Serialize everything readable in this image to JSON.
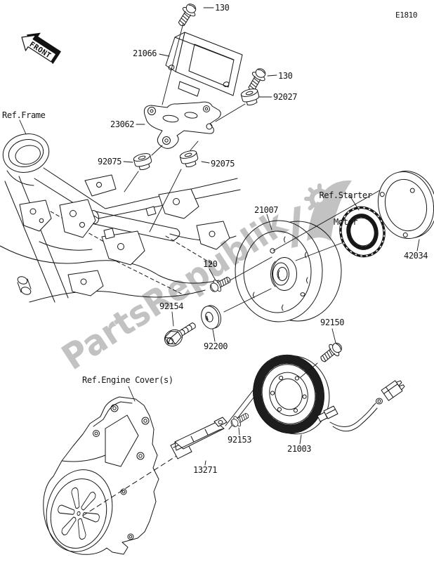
{
  "page": {
    "diagram_code": "E1810",
    "watermark_text": "PartsRepublik",
    "front_arrow_label": "FRONT"
  },
  "part_labels": {
    "bolt_130_top": "130",
    "regulator_21066": "21066",
    "bolt_130_right": "130",
    "damper_92027": "92027",
    "bracket_23062": "23062",
    "grommet_92075_left": "92075",
    "grommet_92075_right": "92075",
    "flywheel_21007": "21007",
    "cover_ring_42034": "42034",
    "bolt_120": "120",
    "bolt_92154": "92154",
    "washer_92200": "92200",
    "bolt_92150": "92150",
    "screw_92153": "92153",
    "stator_21003": "21003",
    "pickup_coil_13271": "13271"
  },
  "reference_labels": {
    "frame": "Ref.Frame",
    "starter_motor_line1": "Ref.Starter",
    "starter_motor_line2": "Motor",
    "engine_cover": "Ref.Engine Cover(s)"
  }
}
